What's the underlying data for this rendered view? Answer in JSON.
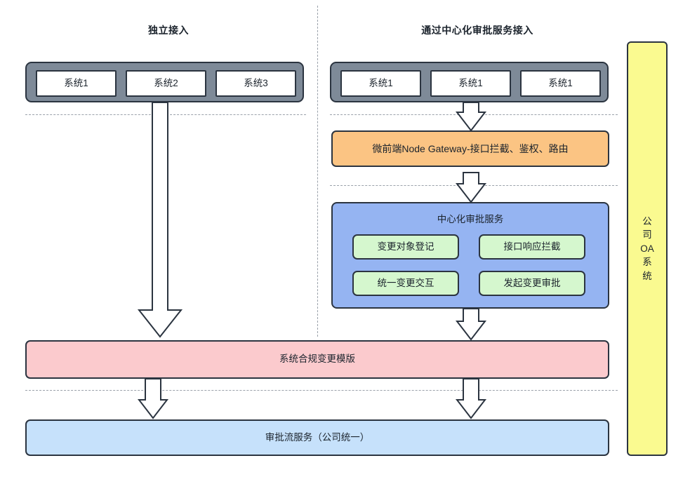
{
  "diagram": {
    "title_left": "独立接入",
    "title_right": "通过中心化审批服务接入",
    "left_group": {
      "systems": [
        "系统1",
        "系统2",
        "系统3"
      ]
    },
    "right_group": {
      "systems": [
        "系统1",
        "系统1",
        "系统1"
      ]
    },
    "gateway": {
      "label": "微前端Node Gateway-接口拦截、鉴权、路由",
      "color": "#fbc483"
    },
    "central_service": {
      "title": "中心化审批服务",
      "color": "#95b4f2",
      "sub_color": "#d5f7ce",
      "items": [
        "变更对象登记",
        "接口响应拦截",
        "统一变更交互",
        "发起变更审批"
      ]
    },
    "template": {
      "label": "系统合规变更模版",
      "color": "#fbcacd"
    },
    "approval_flow": {
      "label": "审批流服务（公司统一）",
      "color": "#c6e1fb"
    },
    "oa_system": {
      "chars": [
        "公",
        "司",
        "OA",
        "系",
        "统"
      ],
      "color": "#fafa90"
    },
    "palette": {
      "group_shell": "#7e8a98",
      "stroke": "#2b3440",
      "dashed": "#9aa1aa",
      "box_fill": "#ffffff"
    }
  }
}
